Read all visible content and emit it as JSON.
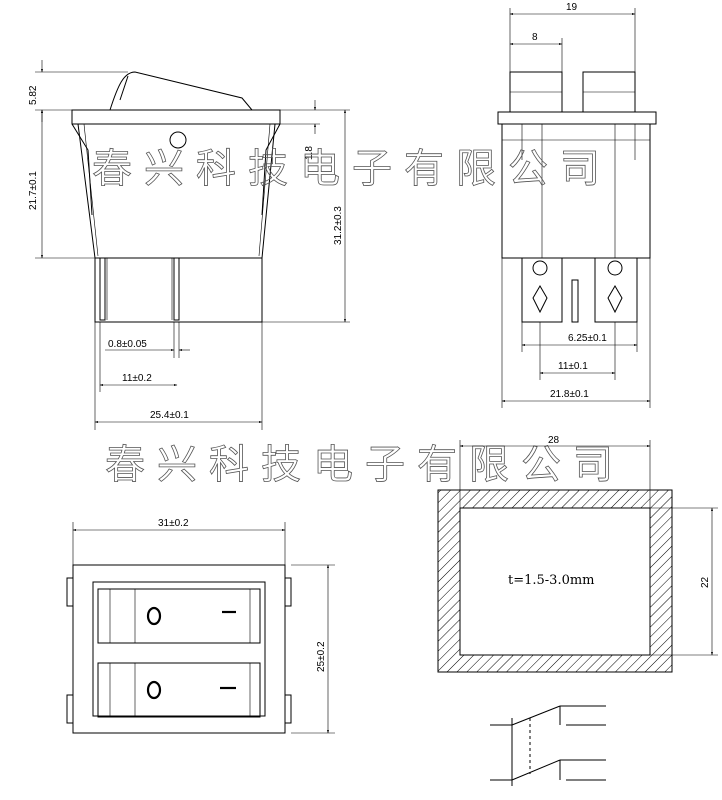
{
  "watermark": {
    "text": "春兴科技电子有限公司"
  },
  "side_view": {
    "dim_top_height": "5.82",
    "dim_body_height": "21.7±0.1",
    "dim_total_height": "31.2±0.3",
    "dim_flange": "1.8",
    "dim_terminal_thickness": "0.8±0.05",
    "dim_terminal_pitch": "11±0.2",
    "dim_body_width": "25.4±0.1"
  },
  "front_view": {
    "dim_overall_width": "19",
    "dim_rocker_width": "8",
    "dim_terminal_width": "6.25±0.1",
    "dim_terminal_pitch": "11±0.1",
    "dim_body_width": "21.8±0.1"
  },
  "top_view": {
    "dim_width": "31±0.2",
    "dim_height": "25±0.2",
    "rocker_symbols": {
      "off": "O",
      "on": "I"
    }
  },
  "panel_cutout": {
    "dim_width": "28",
    "dim_height": "22",
    "thickness_note": "t=1.5-3.0mm"
  }
}
